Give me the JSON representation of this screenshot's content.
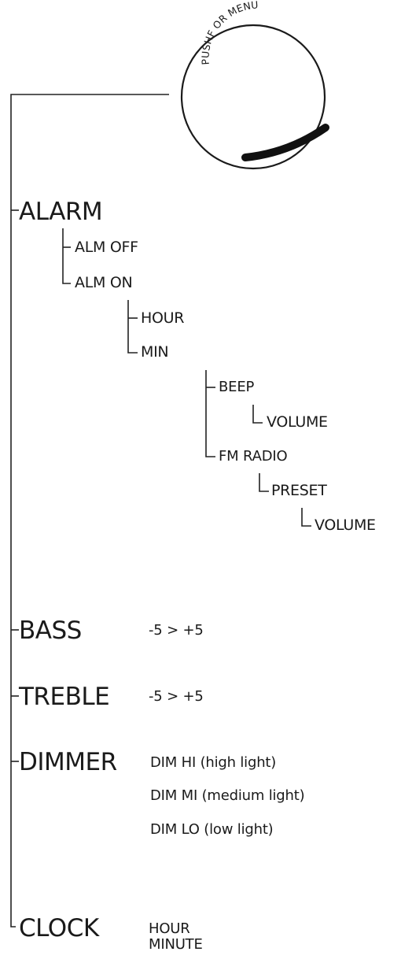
{
  "knob": {
    "label": "PUSHF OR MENU"
  },
  "menu": {
    "alarm": {
      "label": "ALARM",
      "alm_off": "ALM OFF",
      "alm_on": "ALM ON",
      "hour": "HOUR",
      "min": "MIN",
      "beep": "BEEP",
      "beep_volume": "VOLUME",
      "fm_radio": "FM RADIO",
      "preset": "PRESET",
      "preset_volume": "VOLUME"
    },
    "bass": {
      "label": "BASS",
      "range": "-5 > +5"
    },
    "treble": {
      "label": "TREBLE",
      "range": "-5 > +5"
    },
    "dimmer": {
      "label": "DIMMER",
      "options": [
        "DIM HI  (high light)",
        "DIM MI  (medium light)",
        "DIM LO (low light)"
      ]
    },
    "clock": {
      "label": "CLOCK",
      "options": [
        "HOUR",
        "MINUTE"
      ]
    }
  }
}
